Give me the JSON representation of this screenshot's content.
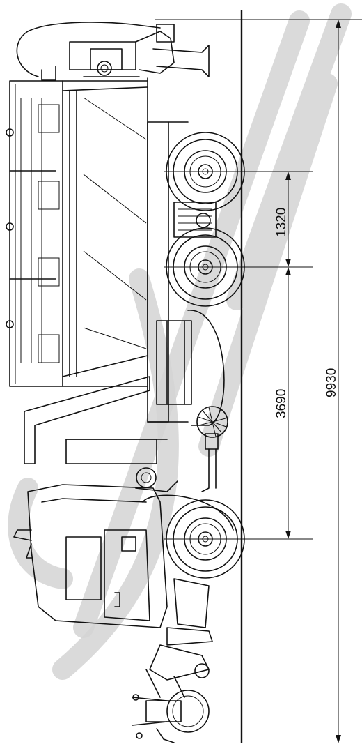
{
  "dimensions": {
    "wheelbase_rear_axles": "1320",
    "wheelbase_front_to_rear": "3690",
    "overall_length": "9930"
  }
}
